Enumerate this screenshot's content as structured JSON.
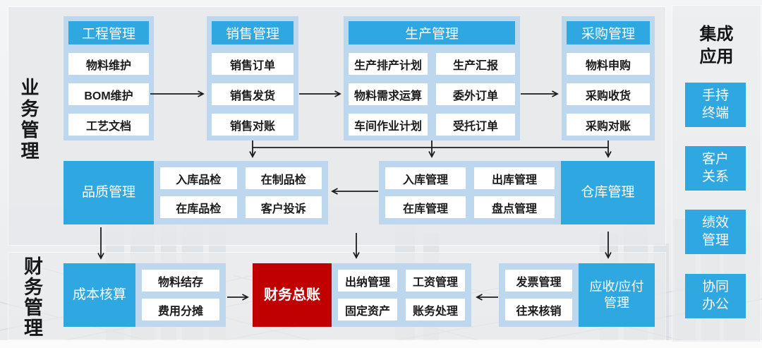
{
  "colors": {
    "accent_blue": "#2fa7e0",
    "light_blue_container": "#bdd7ee",
    "ledger_red": "#c00000",
    "arrow_black": "#1c1c1c"
  },
  "sections": {
    "business_label": "业务管理",
    "finance_label": "财务管理"
  },
  "columns": {
    "engineering": {
      "title": "工程管理",
      "items": [
        "物料维护",
        "BOM维护",
        "工艺文档"
      ]
    },
    "sales": {
      "title": "销售管理",
      "items": [
        "销售订单",
        "销售发货",
        "销售对账"
      ]
    },
    "production": {
      "title": "生产管理",
      "items": [
        "生产排产计划",
        "生产汇报",
        "物料需求运算",
        "委外订单",
        "车间作业计划",
        "受托订单"
      ]
    },
    "purchasing": {
      "title": "采购管理",
      "items": [
        "物料申购",
        "采购收货",
        "采购对账"
      ]
    }
  },
  "middle_row": {
    "quality": {
      "title": "品质管理",
      "items": [
        "入库品检",
        "在制品检",
        "在库品检",
        "客户投诉"
      ]
    },
    "warehouse": {
      "title": "仓库管理",
      "items": [
        "入库管理",
        "出库管理",
        "在库管理",
        "盘点管理"
      ]
    }
  },
  "finance_row": {
    "cost": {
      "title": "成本核算",
      "items": [
        "物料结存",
        "费用分摊"
      ]
    },
    "ledger": {
      "title": "财务总账"
    },
    "accounting": {
      "items": [
        "出纳管理",
        "工资管理",
        "固定资产",
        "账务处理"
      ]
    },
    "receivables": {
      "title": "应收/应付\n管理",
      "items": [
        "发票管理",
        "往来核销"
      ]
    }
  },
  "integration": {
    "title": "集成\n应用",
    "items": [
      "手持\n终端",
      "客户\n关系",
      "绩效\n管理",
      "协同\n办公"
    ]
  }
}
